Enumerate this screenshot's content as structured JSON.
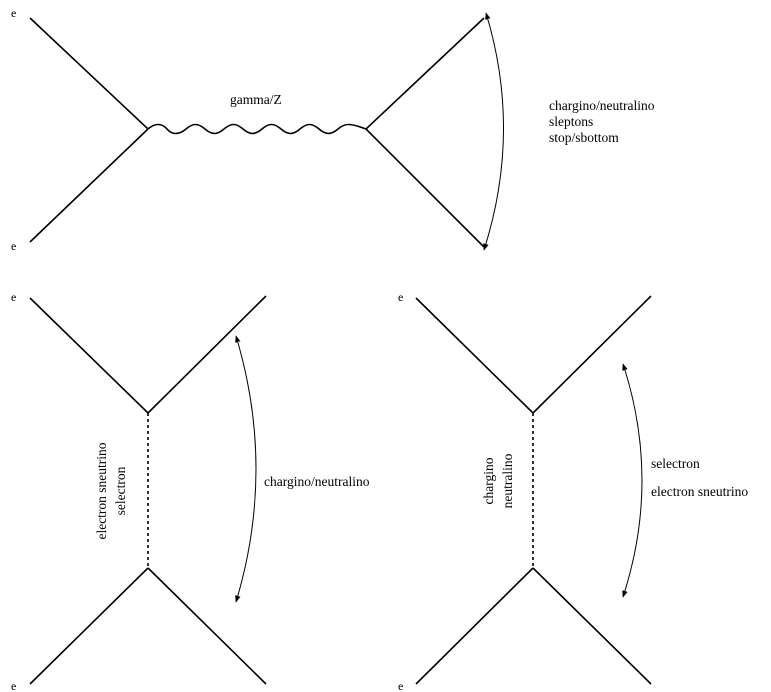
{
  "diagram_top": {
    "label_e_in_top": "e",
    "label_e_in_bottom": "e",
    "propagator_label": "gamma/Z",
    "final_states": [
      "chargino/neutralino",
      "sleptons",
      "stop/sbottom"
    ]
  },
  "diagram_left": {
    "label_e_top": "e",
    "label_e_bottom": "e",
    "exchange_labels": [
      "electron sneutrino",
      "selectron"
    ],
    "final_state": "chargino/neutralino"
  },
  "diagram_right": {
    "label_e_top": "e",
    "label_e_bottom": "e",
    "exchange_labels": [
      "chargino",
      "neutralino"
    ],
    "final_states": [
      "selectron",
      "electron sneutrino"
    ]
  },
  "colors": {
    "ink": "#000000",
    "background": "#ffffff"
  }
}
